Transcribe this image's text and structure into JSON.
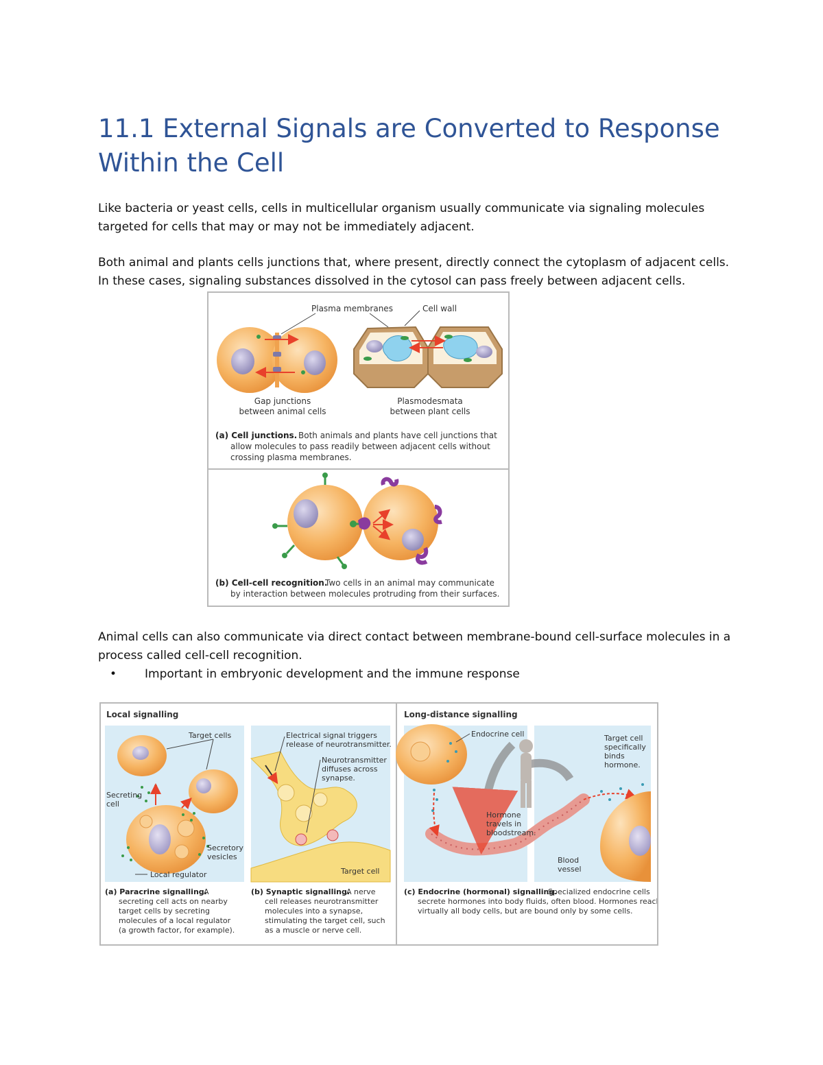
{
  "heading": "11.1 External Signals are Converted to Response Within the Cell",
  "paragraphs": [
    "Like bacteria or yeast cells, cells in multicellular organism usually communicate via signaling molecules targeted for cells that may or may not be immediately adjacent.",
    "Both animal and plants cells junctions that, where present, directly connect the cytoplasm of adjacent cells. In these cases, signaling substances dissolved in the cytosol can pass freely between adjacent cells.",
    "Animal cells can also communicate via direct contact between membrane-bound cell-surface molecules in a process called cell-cell recognition."
  ],
  "bullets": [
    "Important in embryonic development and the immune response"
  ],
  "bullet_glyph": "•",
  "figure1": {
    "label_plasma": "Plasma membranes",
    "label_wall": "Cell wall",
    "label_gap_1": "Gap junctions",
    "label_gap_2": "between animal cells",
    "label_plasmo_1": "Plasmodesmata",
    "label_plasmo_2": "between plant cells",
    "caption_a_bold": "(a) Cell junctions.",
    "caption_a_1": "Both animals and plants have cell junctions that",
    "caption_a_2": "allow molecules to pass readily between adjacent cells without",
    "caption_a_3": "crossing plasma membranes.",
    "caption_b_bold": "(b) Cell-cell recognition.",
    "caption_b_1": "Two cells in an animal may communicate",
    "caption_b_2": "by interaction between molecules protruding from their surfaces."
  },
  "figure2": {
    "local_title": "Local signalling",
    "long_title": "Long-distance signalling",
    "target_cells": "Target cells",
    "secreting_1": "Secreting",
    "secreting_2": "cell",
    "secretory_1": "Secretory",
    "secretory_2": "vesicles",
    "local_regulator": "Local regulator",
    "elec_1": "Electrical signal triggers",
    "elec_2": "release of neurotransmitter.",
    "neuro_1": "Neurotransmitter",
    "neuro_2": "diffuses across",
    "neuro_3": "synapse.",
    "target_cell": "Target cell",
    "endocrine_cell": "Endocrine cell",
    "target_spec_1": "Target cell",
    "target_spec_2": "specifically",
    "target_spec_3": "binds",
    "target_spec_4": "hormone.",
    "hormone_1": "Hormone",
    "hormone_2": "travels in",
    "hormone_3": "bloodstream.",
    "blood_1": "Blood",
    "blood_2": "vessel",
    "cap_a_bold": "(a) Paracrine signalling.",
    "cap_a_tail": "A",
    "cap_a_2": "secreting cell acts on nearby",
    "cap_a_3": "target cells by secreting",
    "cap_a_4": "molecules of a local regulator",
    "cap_a_5": "(a growth factor, for example).",
    "cap_b_bold": "(b) Synaptic signalling.",
    "cap_b_tail": "A nerve",
    "cap_b_2": "cell releases neurotransmitter",
    "cap_b_3": "molecules into a synapse,",
    "cap_b_4": "stimulating the target cell, such",
    "cap_b_5": "as a muscle or nerve cell.",
    "cap_c_bold": "(c) Endocrine (hormonal) signalling.",
    "cap_c_tail": "Specialized endocrine cells",
    "cap_c_2": "secrete hormones into body fluids, often blood. Hormones reach",
    "cap_c_3": "virtually all body cells, but are bound only by some cells."
  },
  "colors": {
    "heading": "#2f5496",
    "cell_orange": "#f5b060",
    "nucleus": "#a9a3c8",
    "arrow_red": "#e8412b",
    "panel_blue": "#d9ecf6",
    "synapse_yellow": "#f7dc80"
  }
}
